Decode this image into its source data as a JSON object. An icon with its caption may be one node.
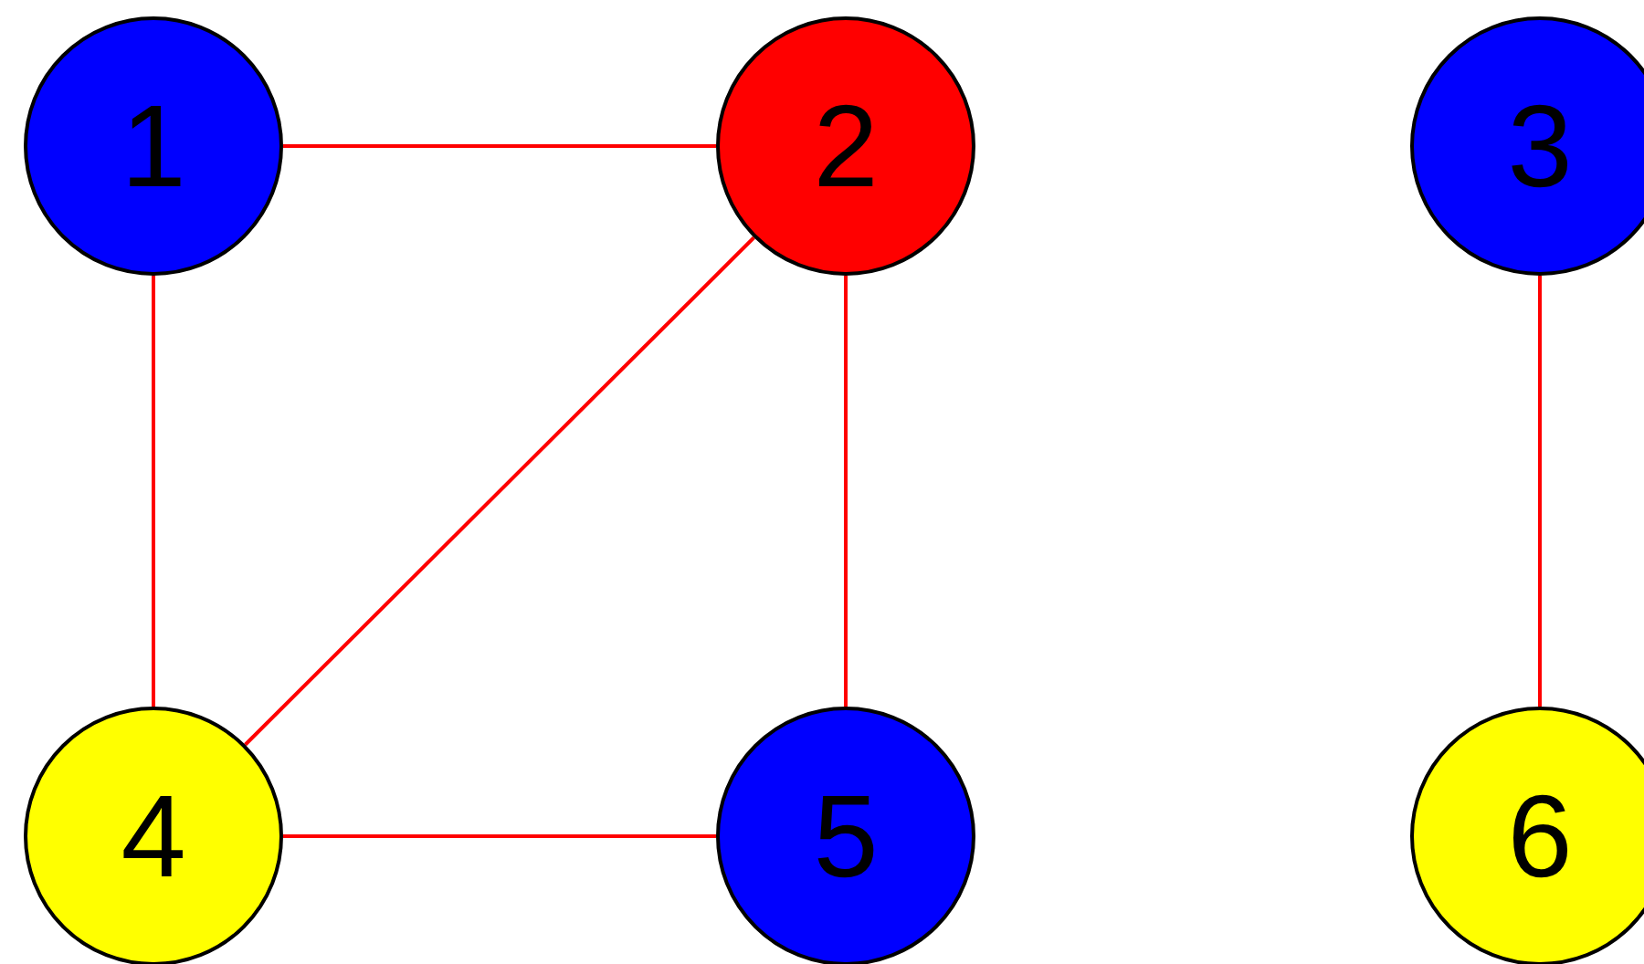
{
  "diagram": {
    "nodes": [
      {
        "text": [
          "1"
        ]
      },
      {
        "text": [
          "2"
        ]
      },
      {
        "text": [
          "3"
        ]
      },
      {
        "text": [
          "4"
        ]
      },
      {
        "text": [
          "5"
        ]
      },
      {
        "text": [
          "6"
        ]
      }
    ],
    "edges": [
      {
        "from": 0,
        "to": 1,
        "arrow": "none"
      },
      {
        "from": 0,
        "to": 3,
        "arrow": "none"
      },
      {
        "from": 1,
        "to": 3,
        "arrow": "none"
      },
      {
        "from": 1,
        "to": 4,
        "arrow": "none"
      },
      {
        "from": 3,
        "to": 4,
        "arrow": "none"
      },
      {
        "from": 2,
        "to": 5,
        "arrow": "none"
      }
    ]
  }
}
